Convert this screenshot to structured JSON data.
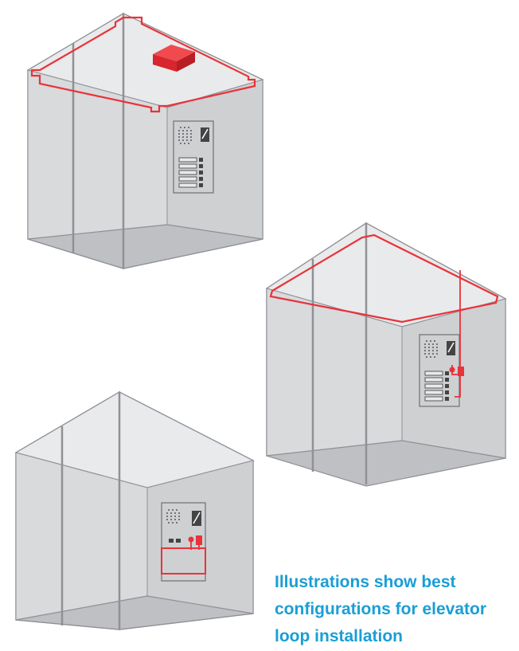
{
  "caption": {
    "lines": [
      "Illustrations show best",
      "configurations for elevator",
      "loop installation"
    ],
    "color": "#1a9ed6"
  },
  "colors": {
    "loop": "#e8333a",
    "wall_light": "#e3e4e6",
    "wall_mid": "#d3d4d6",
    "floor": "#bfc0c3",
    "edge": "#8f9196",
    "panel": "#cfd0d2"
  },
  "illustrations": [
    {
      "name": "ceiling-loop-cabin",
      "loop": "ceiling perimeter with amplifier on roof"
    },
    {
      "name": "ceiling-drop-cabin",
      "loop": "ceiling perimeter dropping to panel"
    },
    {
      "name": "panel-loop-cabin",
      "loop": "rectangular loop below call panel"
    }
  ]
}
